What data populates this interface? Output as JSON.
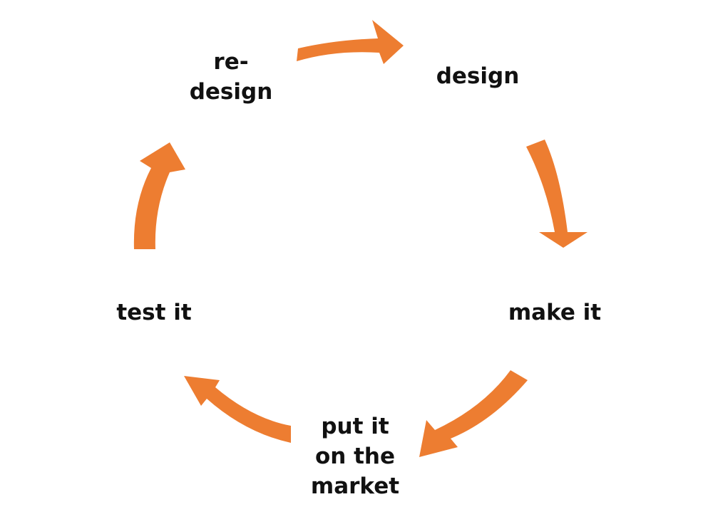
{
  "diagram": {
    "accent_color": "#ED7D31",
    "stages": [
      {
        "id": "design",
        "lines": [
          "design"
        ]
      },
      {
        "id": "make",
        "lines": [
          "make it"
        ]
      },
      {
        "id": "market",
        "lines": [
          "put it",
          "on the",
          "market"
        ]
      },
      {
        "id": "test",
        "lines": [
          "test it"
        ]
      },
      {
        "id": "redesign",
        "lines": [
          "re-",
          "design"
        ]
      }
    ]
  }
}
